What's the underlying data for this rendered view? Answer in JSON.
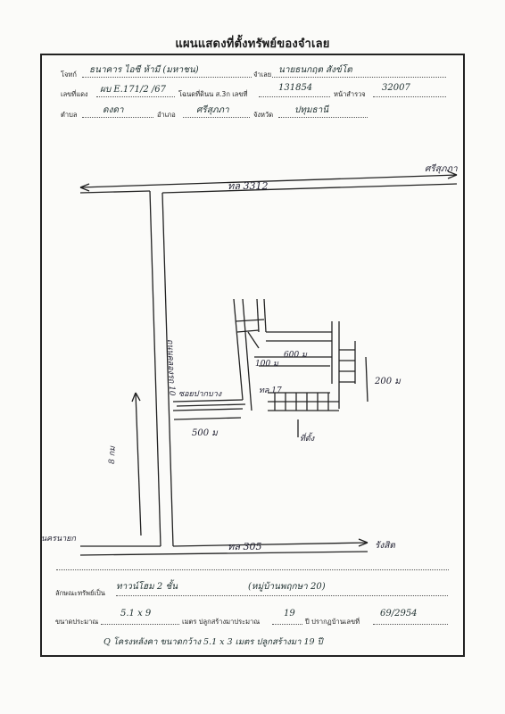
{
  "title": "แผนแสดงที่ตั้งทรัพย์ของจำเลย",
  "header": {
    "plaintiff_label": "โจทก์",
    "plaintiff_value": "ธนาคาร ไอซี ห้ามี (มหาชน)",
    "defendant_label": "จำเลย",
    "defendant_value": "นายธนกฤต สังข์โต",
    "deed_label": "เลขที่แดง",
    "deed_value": "ผบ E.171/2 /67",
    "title_no_label": "โฉนดที่ดินน ส.3ก เลขที่",
    "title_no_value": "131854",
    "survey_label": "หน้าสำรวจ",
    "survey_value": "32007",
    "subdistrict_label": "ตำบล",
    "subdistrict_value": "ดงดา",
    "district_label": "อำเภอ",
    "district_value": "ศรีสุภภา",
    "province_label": "จังหวัด",
    "province_value": "ปทุมธานี"
  },
  "map": {
    "top_road": "ทล 3312",
    "bottom_road": "ทล 305",
    "left_road": "ถนนคลองรถ 10",
    "top_right_dest": "ศรีสุภภา",
    "bottom_right_dest": "รังสิต",
    "bottom_left_dest": "นครนายก",
    "side_distance": "8 กม",
    "soi_label": "ซอยปากบาง",
    "dist_500": "500 ม",
    "dist_600": "600 ม",
    "dist_200": "200 ม",
    "dist_100": "100 ม",
    "road_17": "ทล 17",
    "house_label": "ที่ตั้ง"
  },
  "footer": {
    "property_type_label": "ลักษณะทรัพย์เป็น",
    "property_type_value": "ทาวน์โฮม 2 ชั้น",
    "village_value": "(หมู่บ้านพฤกษา 20)",
    "size_label": "ขนาดประมาณ",
    "size_value": "5.1 x 9",
    "build_label": "เมตร ปลูกสร้างมาประมาณ",
    "build_years": "19",
    "house_no_label": "ปี ปรากฏบ้านเลขที่",
    "house_no_value": "69/2954",
    "note": "Q  โครงหลังคา ขนาดกว้าง 5.1 x 3 เมตร ปลูกสร้างมา 19 ปี"
  }
}
